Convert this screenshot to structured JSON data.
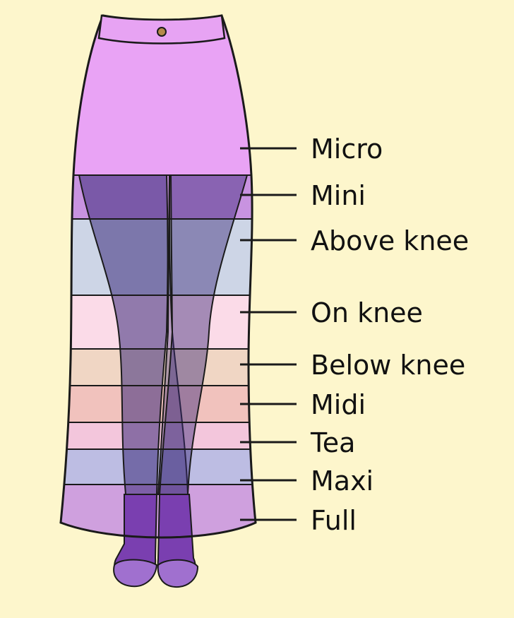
{
  "colors": {
    "background": "#fdf6cc",
    "outline": "#1a1a1a",
    "skirt_top": "#e7a3f3",
    "button": "#b58a4a"
  },
  "bands": [
    {
      "name": "micro",
      "color": "#e9a3f5"
    },
    {
      "name": "mini",
      "color": "#c893e0"
    },
    {
      "name": "above-knee",
      "color": "#cdd5e6"
    },
    {
      "name": "on-knee",
      "color": "#fbdbe8"
    },
    {
      "name": "below-knee",
      "color": "#f0d6c4"
    },
    {
      "name": "midi",
      "color": "#f1c2bd"
    },
    {
      "name": "tea",
      "color": "#f3c6dc"
    },
    {
      "name": "maxi",
      "color": "#bdbde3"
    },
    {
      "name": "full",
      "color": "#cfa0de"
    }
  ],
  "labels": [
    {
      "text": "Micro"
    },
    {
      "text": "Mini"
    },
    {
      "text": "Above knee"
    },
    {
      "text": "On knee"
    },
    {
      "text": "Below knee"
    },
    {
      "text": "Midi"
    },
    {
      "text": "Tea"
    },
    {
      "text": "Maxi"
    },
    {
      "text": "Full"
    }
  ]
}
